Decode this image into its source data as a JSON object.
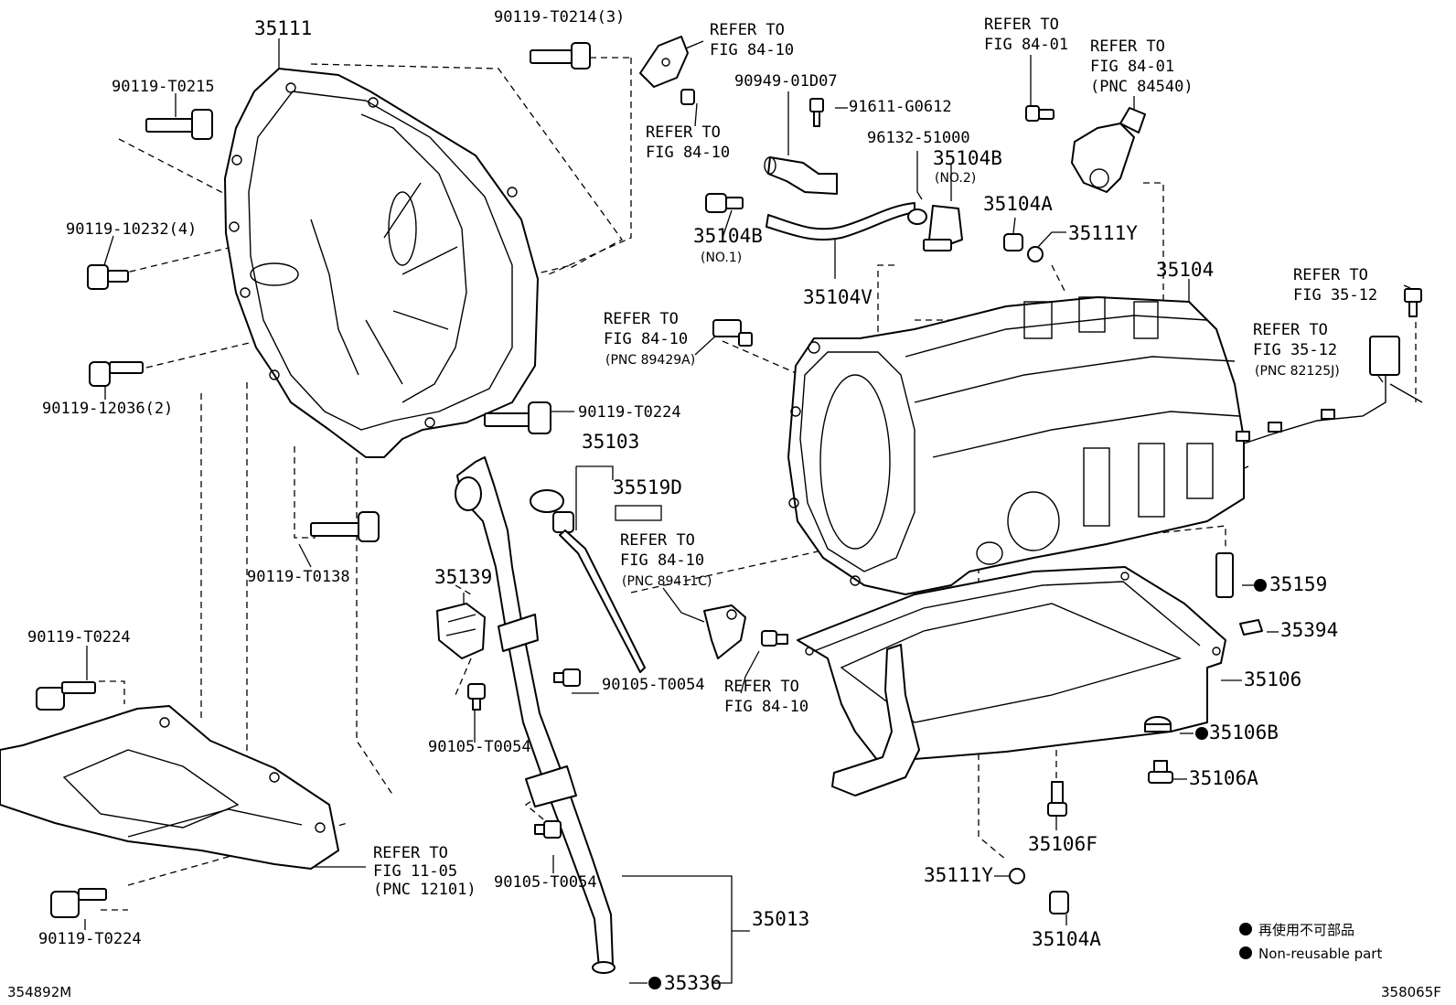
{
  "labels": {
    "p35111": "35111",
    "p90119_T0214": "90119-T0214(3)",
    "p90119_T0215": "90119-T0215",
    "p90119_10232": "90119-10232(4)",
    "p90119_12036": "90119-12036(2)",
    "p90119_T0224_a": "90119-T0224",
    "p90119_T0138": "90119-T0138",
    "p90119_T0224_b": "90119-T0224",
    "p90119_T0224_c": "90119-T0224",
    "ref_fig_11_05_l1": "REFER TO",
    "ref_fig_11_05_l2": "FIG 11-05",
    "ref_fig_11_05_l3": "(PNC 12101)",
    "ref_84_10_a_l1": "REFER TO",
    "ref_84_10_a_l2": "FIG 84-10",
    "ref_84_10_b_l1": "REFER TO",
    "ref_84_10_b_l2": "FIG 84-10",
    "p90949_01D07": "90949-01D07",
    "p91611_G0612": "91611-G0612",
    "p96132_51000": "96132-51000",
    "p35104B_no2": "35104B",
    "p35104B_no2_sub": "(NO.2)",
    "p35104B_no1": "35104B",
    "p35104B_no1_sub": "(NO.1)",
    "p35104V": "35104V",
    "ref_84_01_a_l1": "REFER TO",
    "ref_84_01_a_l2": "FIG 84-01",
    "ref_84_01_b_l1": "REFER TO",
    "ref_84_01_b_l2": "FIG 84-01",
    "ref_84_01_b_l3": "(PNC 84540)",
    "p35104A_top": "35104A",
    "p35111Y_top": "35111Y",
    "p35104": "35104",
    "ref_35_12_a_l1": "REFER TO",
    "ref_35_12_a_l2": "FIG 35-12",
    "ref_35_12_b_l1": "REFER TO",
    "ref_35_12_b_l2": "FIG 35-12",
    "ref_35_12_b_l3": "(PNC 82125J)",
    "ref_89429A_l1": "REFER TO",
    "ref_89429A_l2": "FIG 84-10",
    "ref_89429A_l3": "(PNC 89429A)",
    "p35103": "35103",
    "p35519D": "35519D",
    "ref_89411C_l1": "REFER TO",
    "ref_89411C_l2": "FIG 84-10",
    "ref_89411C_l3": "(PNC 89411C)",
    "ref_84_10_c_l1": "REFER TO",
    "ref_84_10_c_l2": "FIG 84-10",
    "p35139": "35139",
    "p90105_T0054_a": "90105-T0054",
    "p90105_T0054_b": "90105-T0054",
    "p90105_T0054_c": "90105-T0054",
    "p35013": "35013",
    "p35336": "35336",
    "p35159": "35159",
    "p35394": "35394",
    "p35106": "35106",
    "p35106B": "35106B",
    "p35106A": "35106A",
    "p35106F": "35106F",
    "p35111Y_bottom": "35111Y",
    "p35104A_bottom": "35104A",
    "code_left": "354892M",
    "code_right": "358065F"
  },
  "legend": {
    "japanese": "再使用不可部品",
    "english": "Non-reusable part"
  },
  "colors": {
    "ink": "#000000",
    "paper": "#ffffff"
  }
}
